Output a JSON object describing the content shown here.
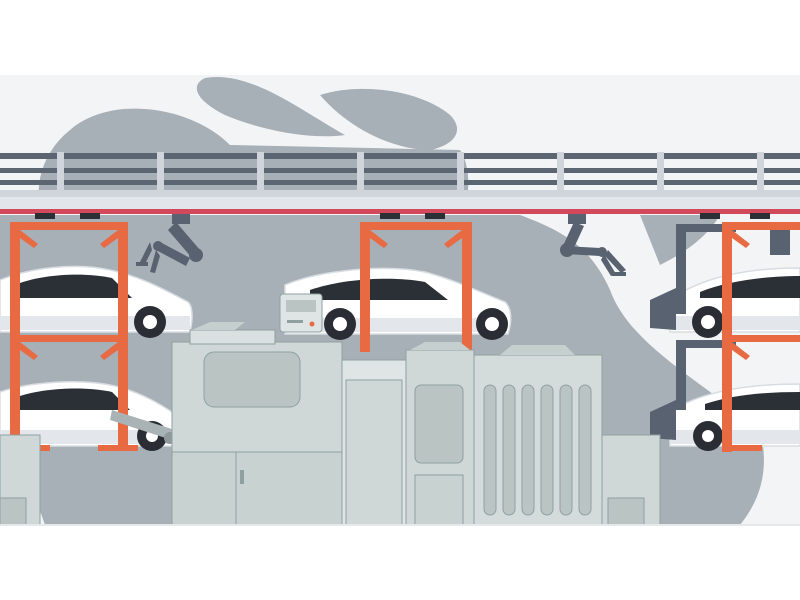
{
  "scene": {
    "description_tag": "factory-assembly-line-illustration",
    "colors": {
      "background": "#ffffff",
      "panel": "#f3f4f6",
      "blob": "#a7afb7",
      "rail": "#5c6673",
      "rail_light": "#cfd5db",
      "deck_red": "#d1495b",
      "gantry": "#e86a43",
      "gantry_dark": "#586270",
      "car_body": "#ffffff",
      "car_window": "#2b2f36",
      "tire": "#2a2d33",
      "machine": "#cfd8d7",
      "machine_dark": "#b9c4c3",
      "machine_line": "#8fa0a0"
    },
    "cars": [
      {
        "name": "car-left-top"
      },
      {
        "name": "car-center-top"
      },
      {
        "name": "car-right-top"
      },
      {
        "name": "car-left-bottom"
      },
      {
        "name": "car-right-bottom"
      }
    ],
    "robot_arms": [
      {
        "name": "robot-arm-left"
      },
      {
        "name": "robot-arm-right"
      }
    ]
  }
}
